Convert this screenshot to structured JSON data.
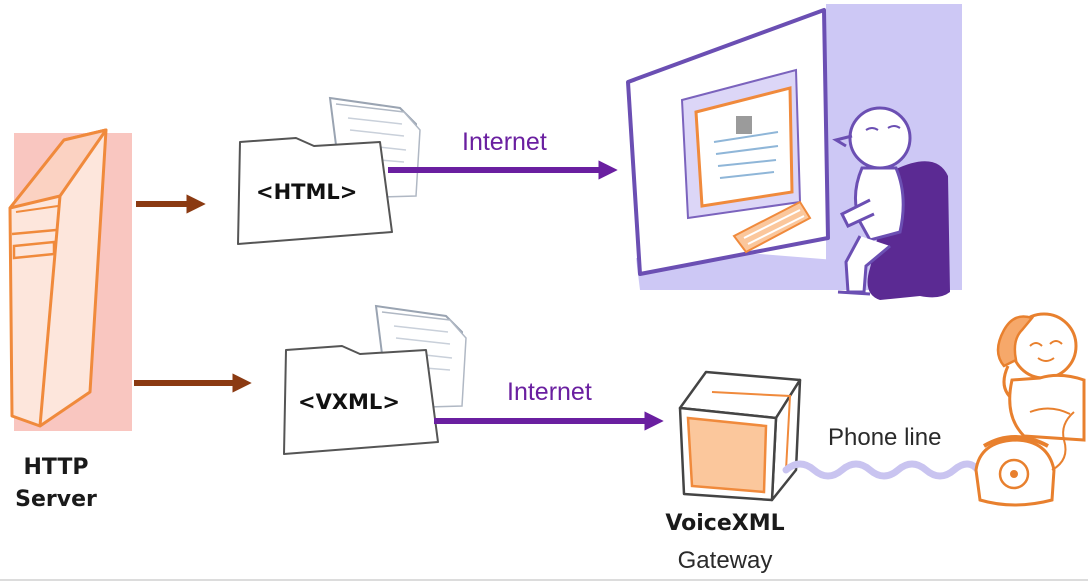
{
  "server": {
    "line1": "HTTP",
    "line2": "Server"
  },
  "documents": {
    "html_tag": "<HTML>",
    "vxml_tag": "<VXML>"
  },
  "connections": {
    "top_network": "Internet",
    "bottom_network": "Internet",
    "phone_link": "Phone line"
  },
  "gateway": {
    "title": "VoiceXML",
    "subtitle": "Gateway"
  },
  "colors": {
    "server_outline": "#f08a3c",
    "server_fill": "#f9c6c0",
    "server_arrow": "#8b3a12",
    "internet_arrow": "#6a1fa0",
    "monitor_panel": "#cdc8f5",
    "user_outline": "#6b4fb3",
    "chair": "#5b2a93",
    "gateway_fill": "#fbc79c",
    "phone_wave": "#c9c4f0",
    "phone_user_outline": "#e8802e"
  },
  "icons": [
    "http-server-icon",
    "html-document-icon",
    "vxml-document-icon",
    "desktop-computer-user-icon",
    "voicexml-gateway-icon",
    "telephone-user-icon"
  ]
}
